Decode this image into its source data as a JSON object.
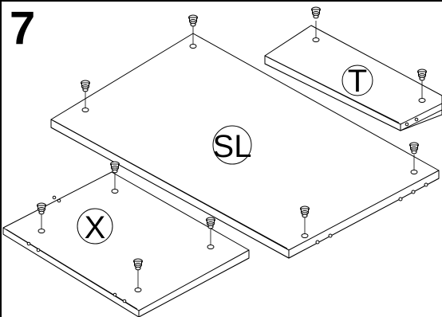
{
  "step_number": "7",
  "panels": [
    {
      "id": "sl",
      "label": "SL"
    },
    {
      "id": "t",
      "label": "T"
    },
    {
      "id": "x",
      "label": "X"
    }
  ],
  "colors": {
    "line": "#000000",
    "background": "#ffffff"
  },
  "icons": [
    "cam-dowel-icon",
    "dowel-hole-icon"
  ]
}
